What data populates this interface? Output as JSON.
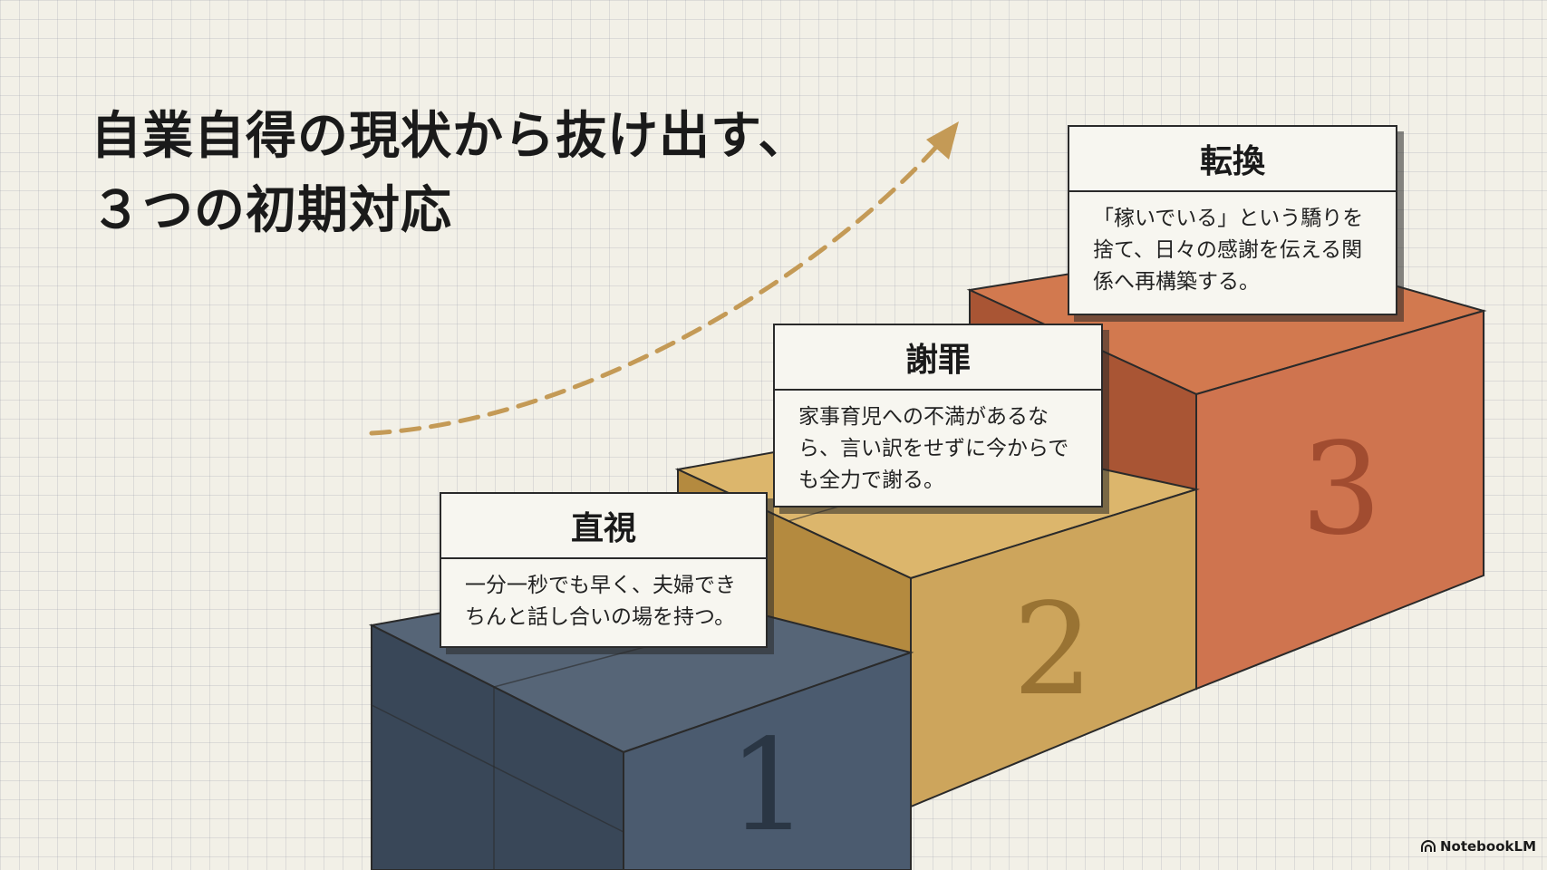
{
  "title": {
    "line1": "自業自得の現状から抜け出す、",
    "line2": "３つの初期対応"
  },
  "steps": [
    {
      "number": "1",
      "heading": "直視",
      "text": "一分一秒でも早く、夫婦できちんと話し合いの場を持つ。",
      "color": "#4b5b6f"
    },
    {
      "number": "2",
      "heading": "謝罪",
      "text": "家事育児への不満があるなら、言い訳をせずに今からでも全力で謝る。",
      "color": "#cda55c"
    },
    {
      "number": "3",
      "heading": "転換",
      "text": "「稼いでいる」という驕りを捨て、日々の感謝を伝える関係へ再構築する。",
      "color": "#cf744f"
    }
  ],
  "arrow_color": "#c49a56",
  "brand": {
    "label": "NotebookLM",
    "icon": "notebooklm-logo-icon"
  }
}
